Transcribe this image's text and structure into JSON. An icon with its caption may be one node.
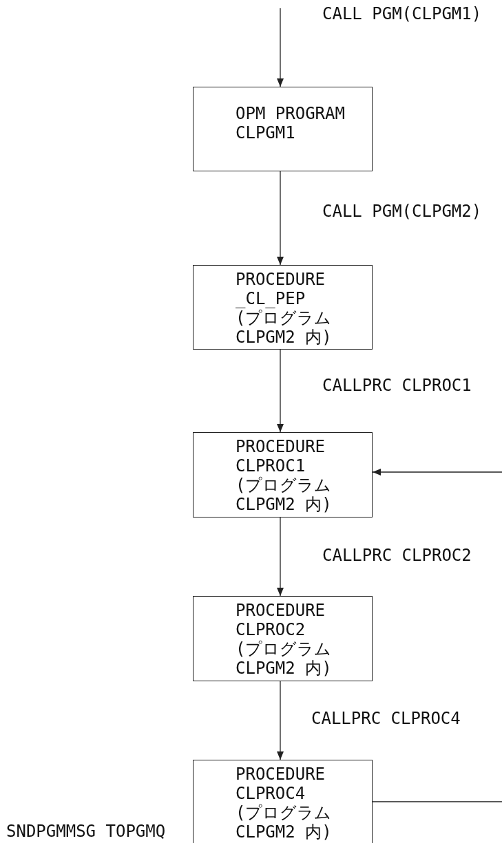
{
  "diagram": {
    "nodes": [
      {
        "text": [
          "OPM PROGRAM CLPGM1"
        ]
      },
      {
        "text": [
          "PROCEDURE _CL_PEP",
          "(プログラム CLPGM2 内)"
        ]
      },
      {
        "text": [
          "PROCEDURE CLPROC1",
          "(プログラム CLPGM2 内)"
        ]
      },
      {
        "text": [
          "PROCEDURE CLPROC2",
          "(プログラム CLPGM2 内)"
        ]
      },
      {
        "text": [
          "PROCEDURE CLPROC4",
          "(プログラム CLPGM2 内)"
        ]
      }
    ],
    "edges": [
      {
        "from": null,
        "to": 0,
        "arrow": "to",
        "label": "CALL PGM(CLPGM1)"
      },
      {
        "from": 0,
        "to": 1,
        "arrow": "to",
        "label": "CALL PGM(CLPGM2)"
      },
      {
        "from": 1,
        "to": 2,
        "arrow": "to",
        "label": "CALLPRC CLPROC1"
      },
      {
        "from": 2,
        "to": 3,
        "arrow": "to",
        "label": "CALLPRC CLPROC2"
      },
      {
        "from": 3,
        "to": 4,
        "arrow": "to",
        "label": "CALLPRC CLPROC4"
      },
      {
        "from": null,
        "to": 2,
        "arrow": "to"
      },
      {
        "from": 4,
        "to": null,
        "arrow": "none"
      }
    ],
    "labels": [
      "SNDPGMMSG TOPGMQ"
    ]
  }
}
